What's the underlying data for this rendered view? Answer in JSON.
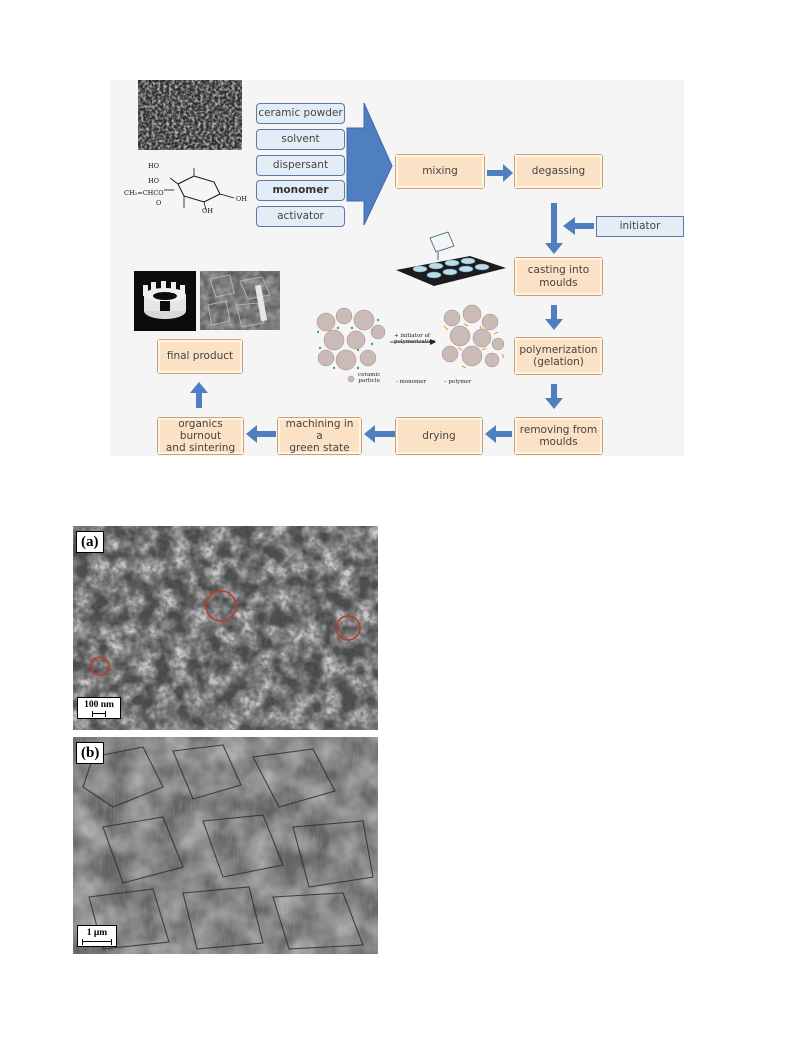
{
  "diagram": {
    "ingredients": [
      "ceramic powder",
      "solvent",
      "dispersant",
      "monomer",
      "activator"
    ],
    "steps": {
      "mixing": "mixing",
      "degassing": "degassing",
      "casting": [
        "casting into",
        "moulds"
      ],
      "polymerization": [
        "polymerization",
        "(gelation)"
      ],
      "removing": [
        "removing from",
        "moulds"
      ],
      "drying": "drying",
      "machining": [
        "machining in a",
        "green state"
      ],
      "sintering": [
        "organics burnout",
        "and sintering"
      ],
      "final": "final product"
    },
    "initiator": "initiator",
    "inset": {
      "arrow_label": [
        "+ initiator of",
        "polymerization"
      ],
      "legend_particle": [
        "ceramic",
        "particle"
      ],
      "legend_monomer": "- monomer",
      "legend_polymer": "– polymer"
    },
    "chem_labels": {
      "ho1": "HO",
      "ho2": "HO",
      "acrylate": "CH₂=CHCO",
      "carbonyl": "O",
      "oh1": "OH",
      "oh2": "OH"
    }
  },
  "micrographs": {
    "a": {
      "label": "(a)",
      "scale": "100 nm"
    },
    "b": {
      "label": "(b)",
      "scale": "1 μm"
    }
  },
  "colors": {
    "arrow": "#4f7fc0",
    "step_fill": "#fbe2c6",
    "ingredient_fill": "#e4ecf6"
  }
}
